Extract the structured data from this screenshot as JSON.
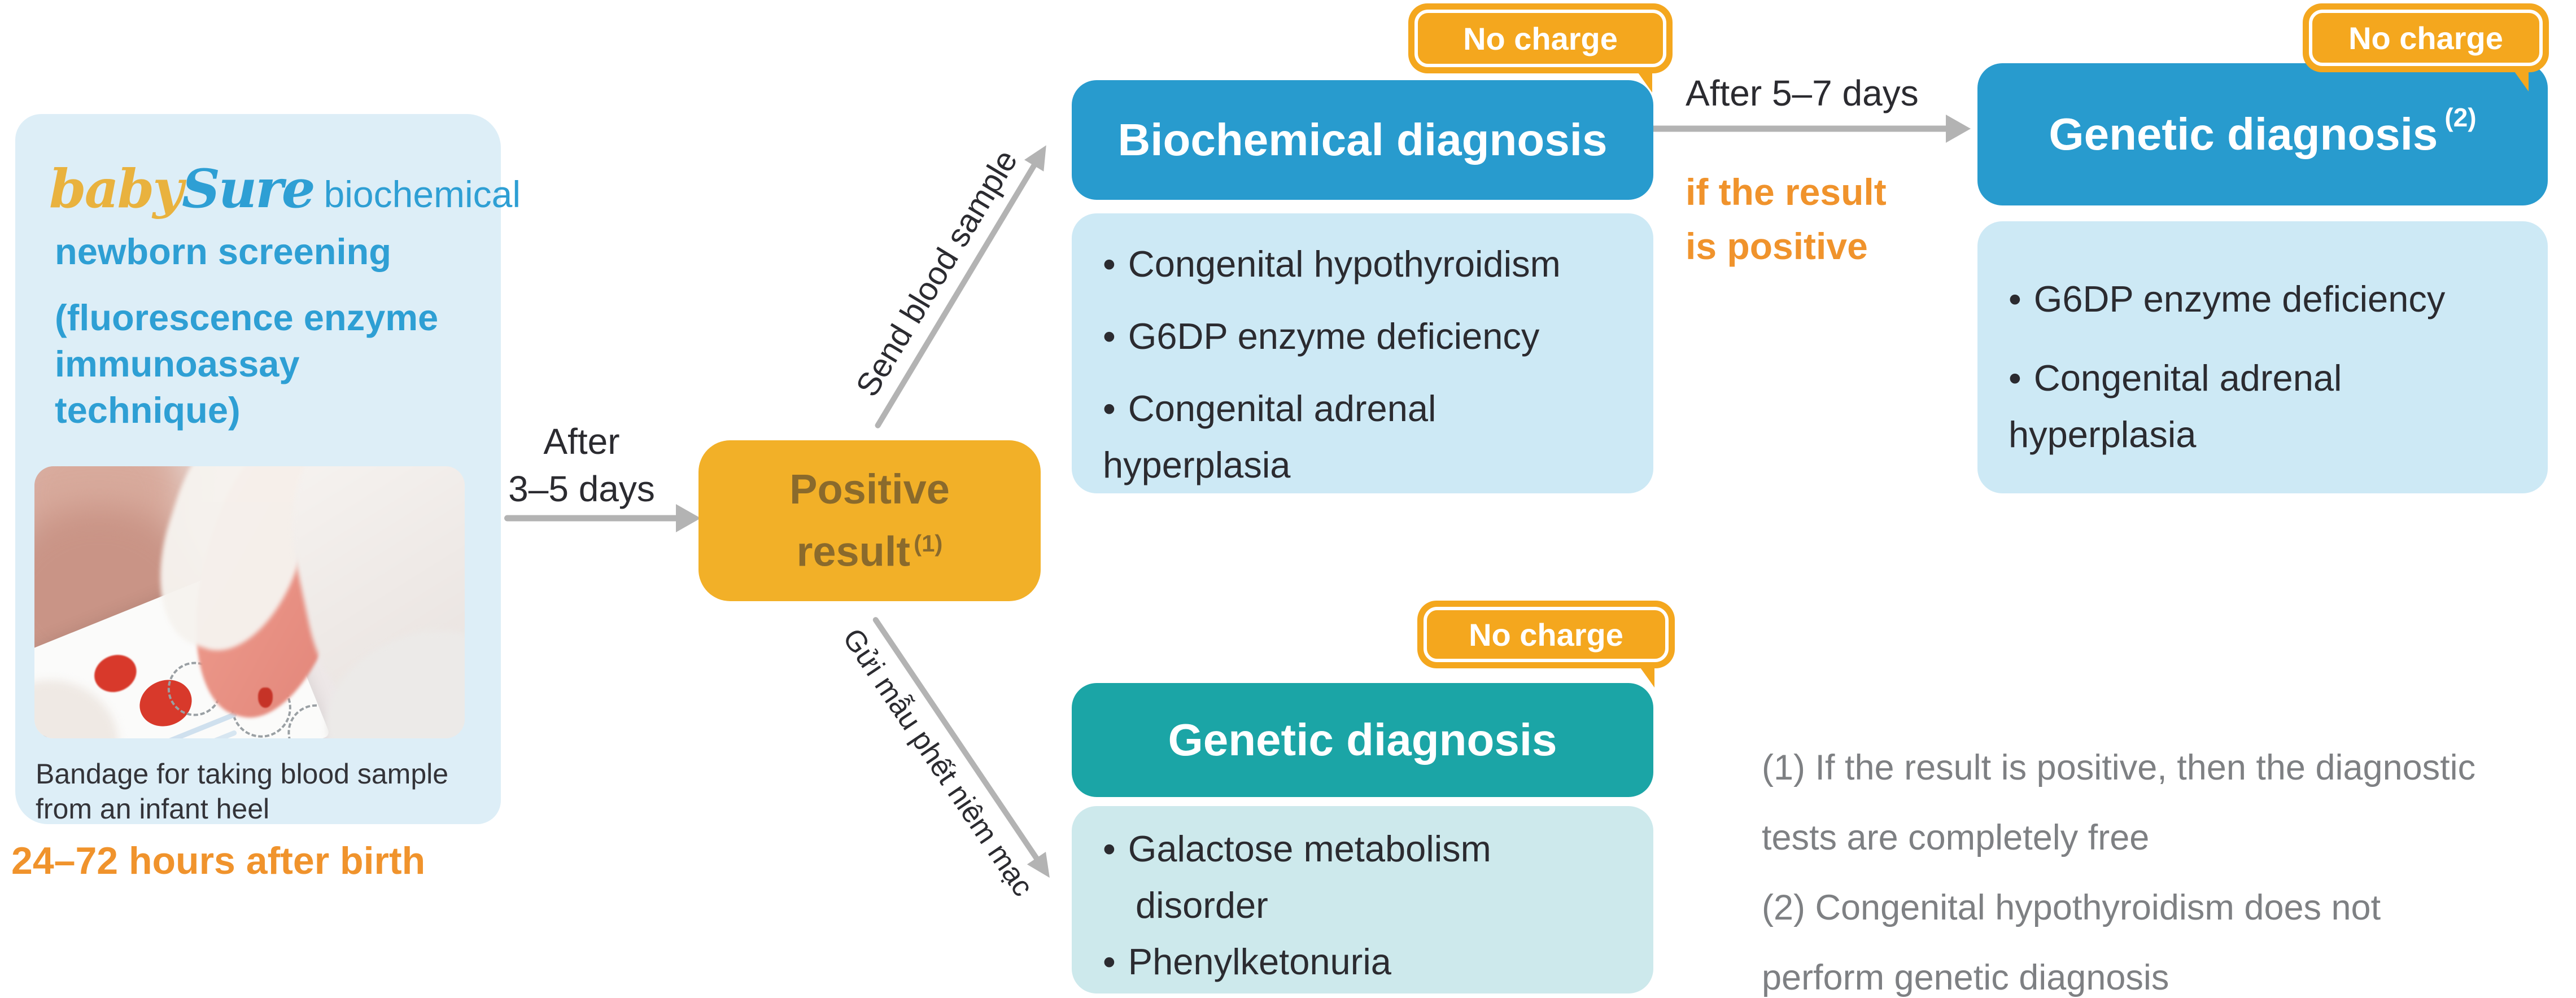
{
  "panel": {
    "logo_baby": "baby",
    "logo_sure": "Sure",
    "logo_suffix": "biochemical",
    "logo_line2": "newborn screening",
    "technique": "(fluorescence enzyme\nimmunoassay\ntechnique)",
    "photo_caption": "Bandage for taking blood sample\nfrom an infant heel",
    "timing": "24–72 hours after birth"
  },
  "flow": {
    "after_3_5_days": "After\n3–5 days",
    "positive_result": "Positive\nresult",
    "positive_result_sup": "(1)",
    "send_blood_label": "Send blood sample",
    "send_swab_label": "Gửi mẫu phết niêm mạc",
    "after_5_7_days": "After 5–7 days",
    "if_result_positive": "if the result\nis positive"
  },
  "badge_label": "No charge",
  "bullet": "•",
  "boxes": {
    "biochemical": {
      "title": "Biochemical diagnosis",
      "items": [
        "Congenital hypothyroidism",
        "G6DP enzyme deficiency",
        "Congenital adrenal\nhyperplasia"
      ]
    },
    "genetic_top": {
      "title": "Genetic diagnosis",
      "title_sup": "(2)",
      "items": [
        "G6DP enzyme deficiency",
        "Congenital adrenal\nhyperplasia"
      ]
    },
    "genetic_bottom": {
      "title": "Genetic diagnosis",
      "items": [
        "Galactose metabolism\ndisorder",
        "Phenylketonuria"
      ]
    }
  },
  "footnotes": [
    "(1) If the result is positive, then the diagnostic\ntests are completely free",
    "(2) Congenital hypothyroidism does not\nperform genetic diagnosis"
  ],
  "colors": {
    "blue": "#289bce",
    "teal": "#1ba5a6",
    "badge_orange": "#f4a71e",
    "gold": "#f2b028",
    "gold_text": "#8a6a2c",
    "orange_text": "#f0932c",
    "panel_bg": "#ddeef7",
    "list_bg": "#cde9f5",
    "teal_list_bg": "#cde9ec",
    "arrow_gray": "#b3b3b3",
    "note_gray": "#7e8083",
    "logo_blue": "#2e9fd4",
    "logo_gold": "#e9b23e"
  }
}
